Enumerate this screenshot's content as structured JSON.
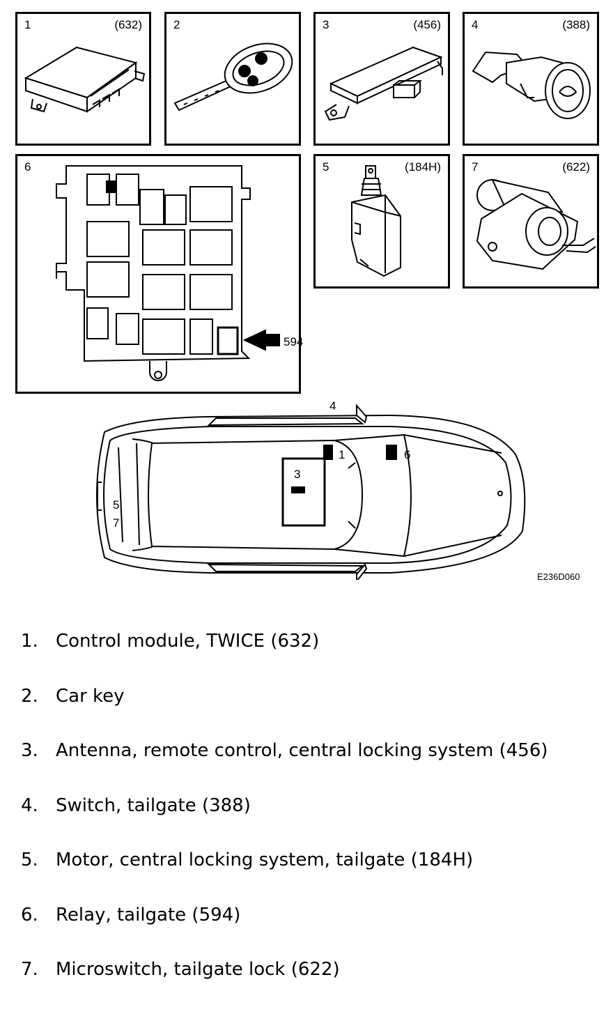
{
  "panels": [
    {
      "num": "1",
      "code": "(632)"
    },
    {
      "num": "2",
      "code": ""
    },
    {
      "num": "3",
      "code": "(456)"
    },
    {
      "num": "4",
      "code": "(388)"
    },
    {
      "num": "6",
      "code": ""
    },
    {
      "num": "5",
      "code": "(184H)"
    },
    {
      "num": "7",
      "code": "(622)"
    }
  ],
  "relay_callout": "594",
  "car_labels": {
    "l4": "4",
    "l1": "1",
    "l6": "6",
    "l3": "3",
    "l5": "5",
    "l7": "7"
  },
  "figure_code": "E236D060",
  "legend": [
    {
      "num": "1.",
      "text": "Control module, TWICE (632)"
    },
    {
      "num": "2.",
      "text": "Car key"
    },
    {
      "num": "3.",
      "text": "Antenna, remote control, central locking system (456)"
    },
    {
      "num": "4.",
      "text": "Switch, tailgate (388)"
    },
    {
      "num": "5.",
      "text": "Motor, central locking system, tailgate (184H)"
    },
    {
      "num": "6.",
      "text": "Relay, tailgate (594)"
    },
    {
      "num": "7.",
      "text": "Microswitch, tailgate lock (622)"
    }
  ]
}
